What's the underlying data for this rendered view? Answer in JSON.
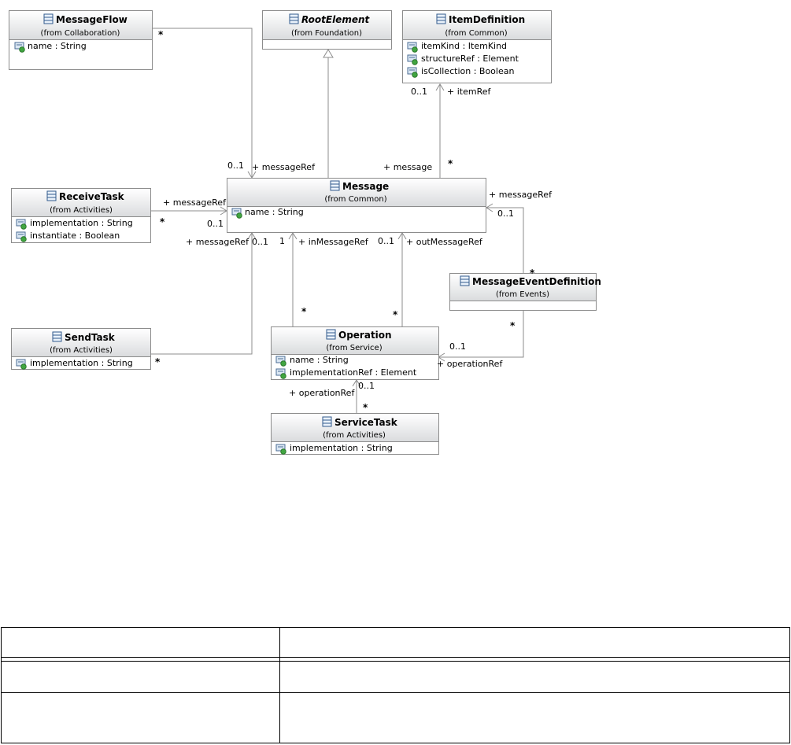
{
  "diagram": {
    "classes": {
      "message_flow": {
        "name": "MessageFlow",
        "from": "(from Collaboration)",
        "attributes": [
          "name : String"
        ]
      },
      "root_element": {
        "name": "RootElement",
        "from": "(from Foundation)",
        "attributes": []
      },
      "item_definition": {
        "name": "ItemDefinition",
        "from": "(from Common)",
        "attributes": [
          "itemKind : ItemKind",
          "structureRef : Element",
          "isCollection : Boolean"
        ]
      },
      "receive_task": {
        "name": "ReceiveTask",
        "from": "(from Activities)",
        "attributes": [
          "implementation : String",
          "instantiate : Boolean"
        ]
      },
      "message": {
        "name": "Message",
        "from": "(from Common)",
        "attributes": [
          "name : String"
        ]
      },
      "message_event_definition": {
        "name": "MessageEventDefinition",
        "from": "(from Events)",
        "attributes": []
      },
      "send_task": {
        "name": "SendTask",
        "from": "(from Activities)",
        "attributes": [
          "implementation : String"
        ]
      },
      "operation": {
        "name": "Operation",
        "from": "(from Service)",
        "attributes": [
          "name : String",
          "implementationRef : Element"
        ]
      },
      "service_task": {
        "name": "ServiceTask",
        "from": "(from Activities)",
        "attributes": [
          "implementation : String"
        ]
      }
    },
    "labels": {
      "mf_star": "*",
      "mf_mult": "0..1",
      "mf_role": "+ messageRef",
      "item_mult": "0..1",
      "item_role": "+ itemRef",
      "msg_role": "+ message",
      "msg_star": "*",
      "rt_role": "+ messageRef",
      "rt_star": "*",
      "rt_mult": "0..1",
      "st_role": "+ messageRef",
      "st_mult": "0..1",
      "st_star": "*",
      "in_mult": "1",
      "in_role": "+ inMessageRef",
      "in_star": "*",
      "out_mult": "0..1",
      "out_role": "+ outMessageRef",
      "out_star": "*",
      "med_msg_role": "+ messageRef",
      "med_msg_mult": "0..1",
      "med_msg_star": "*",
      "med_op_star": "*",
      "med_op_mult": "0..1",
      "med_op_role": "+ operationRef",
      "svc_role": "+ operationRef",
      "svc_mult": "0..1",
      "svc_star": "*"
    }
  },
  "table": {
    "rows": [
      [
        "",
        ""
      ],
      [
        "",
        ""
      ],
      [
        "",
        ""
      ],
      [
        "",
        ""
      ]
    ]
  }
}
